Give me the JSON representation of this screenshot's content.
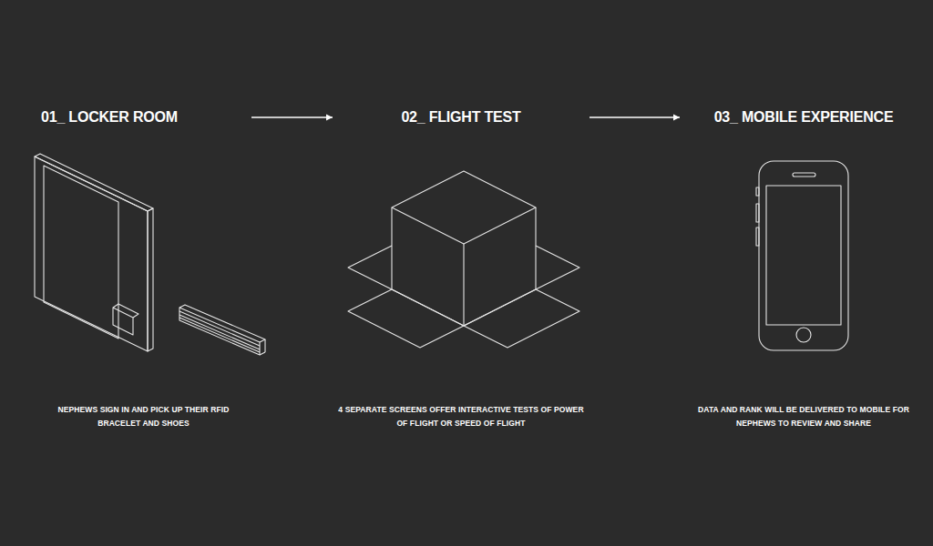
{
  "diagram": {
    "nodes": [
      {
        "text": [
          "01_ LOCKER ROOM",
          "NEPHEWS SIGN IN AND PICK UP THEIR RFID BRACELET AND SHOES"
        ]
      },
      {
        "text": [
          "02_ FLIGHT TEST",
          "4 SEPARATE SCREENS OFFER INTERACTIVE TESTS OF POWER OF FLIGHT OR SPEED OF FLIGHT"
        ]
      },
      {
        "text": [
          "03_ MOBILE EXPERIENCE",
          "DATA AND RANK WILL BE DELIVERED TO MOBILE FOR NEPHEWS TO REVIEW AND SHARE"
        ]
      }
    ],
    "edges": [
      {
        "from": 0,
        "to": 1,
        "arrow": "to"
      },
      {
        "from": 1,
        "to": 2,
        "arrow": "to"
      }
    ]
  }
}
